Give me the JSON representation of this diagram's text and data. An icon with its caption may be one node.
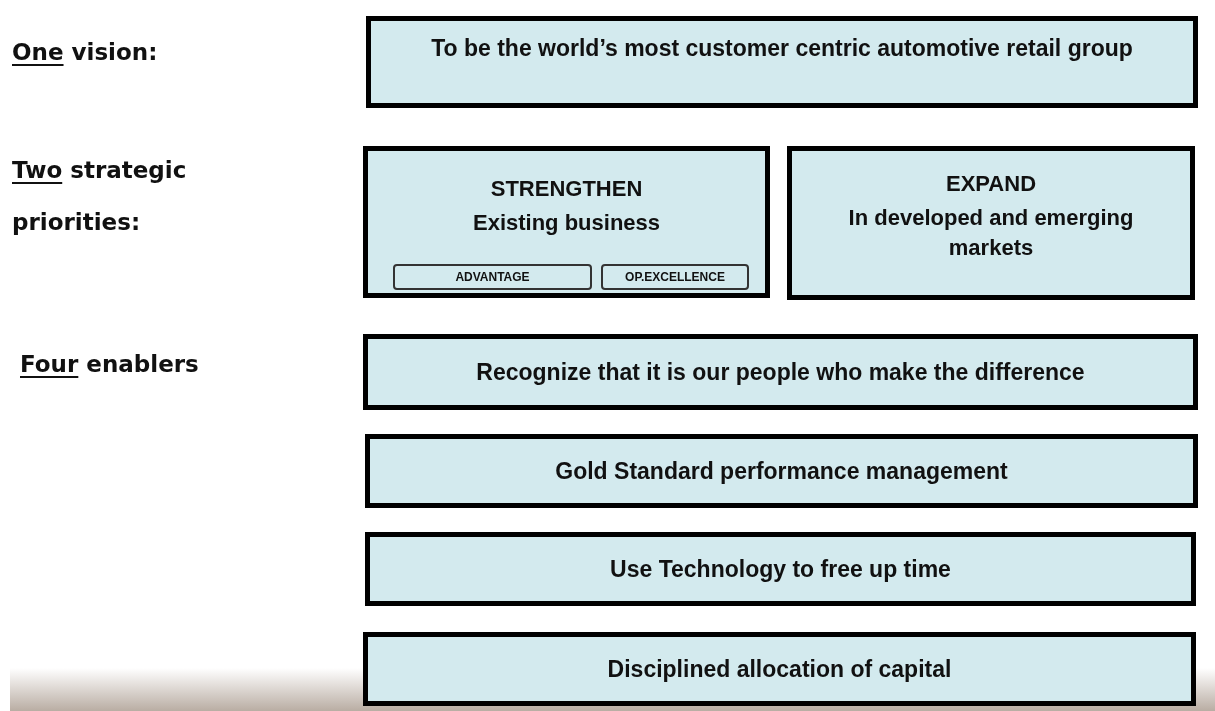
{
  "diagram": {
    "nodes": [
      {
        "text": [
          "To be the world’s most customer centric automotive retail group"
        ]
      },
      {
        "text": [
          "STRENGTHEN",
          "Existing business"
        ]
      },
      {
        "text": [
          "ADVANTAGE"
        ],
        "in": 1
      },
      {
        "text": [
          "OP.EXCELLENCE"
        ],
        "in": 1
      },
      {
        "text": [
          "EXPAND",
          "In developed and emerging markets"
        ]
      },
      {
        "text": [
          "Recognize that it is our people who make the difference"
        ]
      },
      {
        "text": [
          "Gold Standard performance management"
        ]
      },
      {
        "text": [
          "Use Technology to free up time"
        ]
      },
      {
        "text": [
          "Disciplined allocation of capital"
        ]
      }
    ],
    "labels": [
      "One vision:",
      "Two strategic priorities:",
      "Four enablers"
    ]
  }
}
